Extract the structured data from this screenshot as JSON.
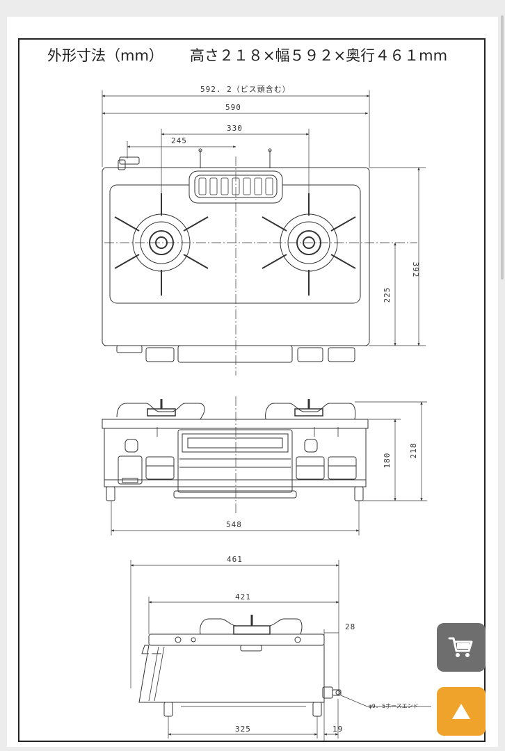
{
  "title": {
    "label": "外形寸法（mm）",
    "dims": "高さ２１８×幅５９２×奥行４６１mm"
  },
  "top_view": {
    "dim_total": "592. 2（ビス頭含む）",
    "dim_width": "590",
    "dim_burner_spacing": "330",
    "dim_gas_inlet": "245",
    "dim_depth": "392",
    "dim_burner_depth": "225"
  },
  "front_view": {
    "dim_height_total": "218",
    "dim_height_body": "180",
    "dim_leg_width": "548"
  },
  "side_view": {
    "dim_depth_total": "461",
    "dim_depth_body": "421",
    "dim_offset": "28",
    "dim_leg": "325",
    "dim_hose_offset": "19",
    "hose_note": "φ9. 5ホースエンド"
  },
  "buttons": {
    "cart_icon": "cart-icon",
    "top_icon": "arrow-up-icon"
  },
  "colors": {
    "cart_button": "#6e6e6e",
    "top_button": "#f0a32a"
  }
}
